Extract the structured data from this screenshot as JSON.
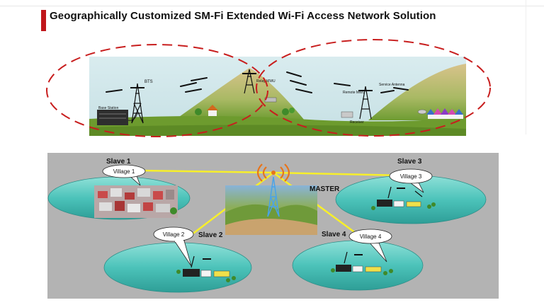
{
  "title": "Geographically Customized SM-Fi Extended Wi-Fi Access Network Solution",
  "colors": {
    "accent": "#c0161b",
    "sky": "#cfe5e9",
    "grass": "#6d9b2e",
    "dash_ellipse": "#c81e1e",
    "link_yellow": "#f7ef2a",
    "panel_gray": "#b3b3b3",
    "zone_teal": "#35b6b0"
  },
  "top_labels": {
    "bts": "BTS",
    "base_station": "Base Station",
    "relay_mwu": "Relay MWU",
    "remote_mwu": "Remote MWU",
    "service_antenna": "Service Antenna",
    "receiver": "Receiver"
  },
  "bottom": {
    "master": "MASTER",
    "slaves": [
      {
        "label": "Slave 1",
        "village": "Village 1"
      },
      {
        "label": "Slave 2",
        "village": "Village 2"
      },
      {
        "label": "Slave 3",
        "village": "Village 3"
      },
      {
        "label": "Slave 4",
        "village": "Village 4"
      }
    ]
  }
}
